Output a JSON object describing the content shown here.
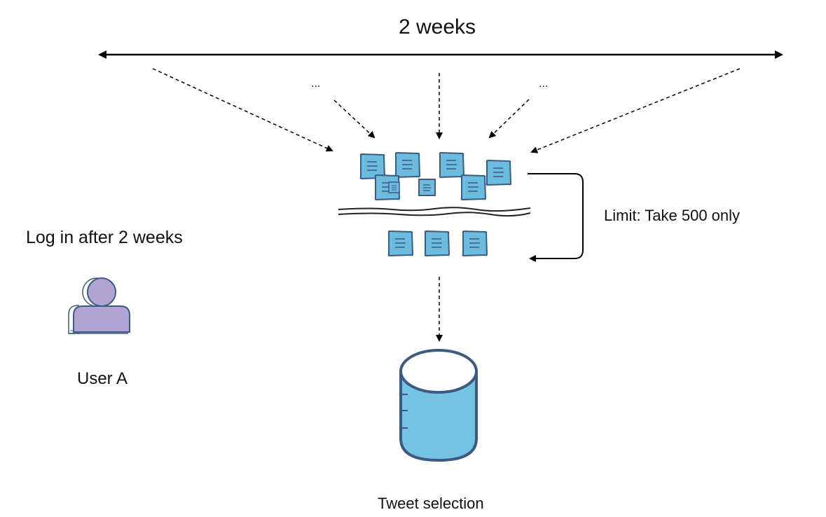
{
  "timeline": {
    "label": "2 weeks"
  },
  "ellipses": {
    "left": "...",
    "right": "..."
  },
  "user": {
    "login_text": "Log in after 2 weeks",
    "name": "User A",
    "icon": "user-icon",
    "body_color": "#b0a5d4"
  },
  "filter": {
    "limit_text": "Limit: Take 500 only",
    "incoming_icon": "note-icon",
    "selected_icon": "note-icon",
    "note_color": "#6cbce0"
  },
  "database": {
    "label": "Tweet selection",
    "icon": "database-cylinder-icon",
    "fill_color": "#75c3e2",
    "stroke_color": "#3d5a80"
  }
}
